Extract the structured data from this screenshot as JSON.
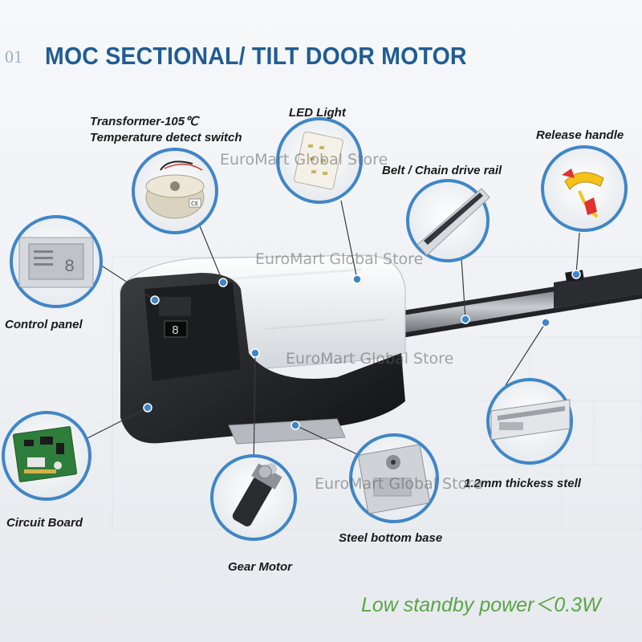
{
  "title": {
    "prefix": "01",
    "text": "MOC SECTIONAL/ TILT DOOR MOTOR"
  },
  "callouts": {
    "transformer_line1": "Transformer-105℃",
    "transformer_line2": "Temperature detect switch",
    "led_light": "LED Light",
    "belt_chain_rail": "Belt / Chain drive rail",
    "release_handle": "Release handle",
    "control_panel": "Control panel",
    "circuit_board": "Circuit Board",
    "gear_motor": "Gear Motor",
    "steel_bottom_base": "Steel bottom base",
    "thickness_steel": "1.2mm thickess stell"
  },
  "watermark": "EuroMart Global Store",
  "footer": "Low standby power＜0.3W",
  "colors": {
    "title_blue": "#1f5d94",
    "footer_green": "#5aa548",
    "bubble_ring": "#3f86c8",
    "leader_blue": "#2f6fb0"
  },
  "icons": [
    "transformer-icon",
    "led-light-icon",
    "rail-icon",
    "release-handle-icon",
    "control-panel-icon",
    "circuit-board-icon",
    "gear-motor-icon",
    "steel-base-icon",
    "steel-profile-icon"
  ]
}
